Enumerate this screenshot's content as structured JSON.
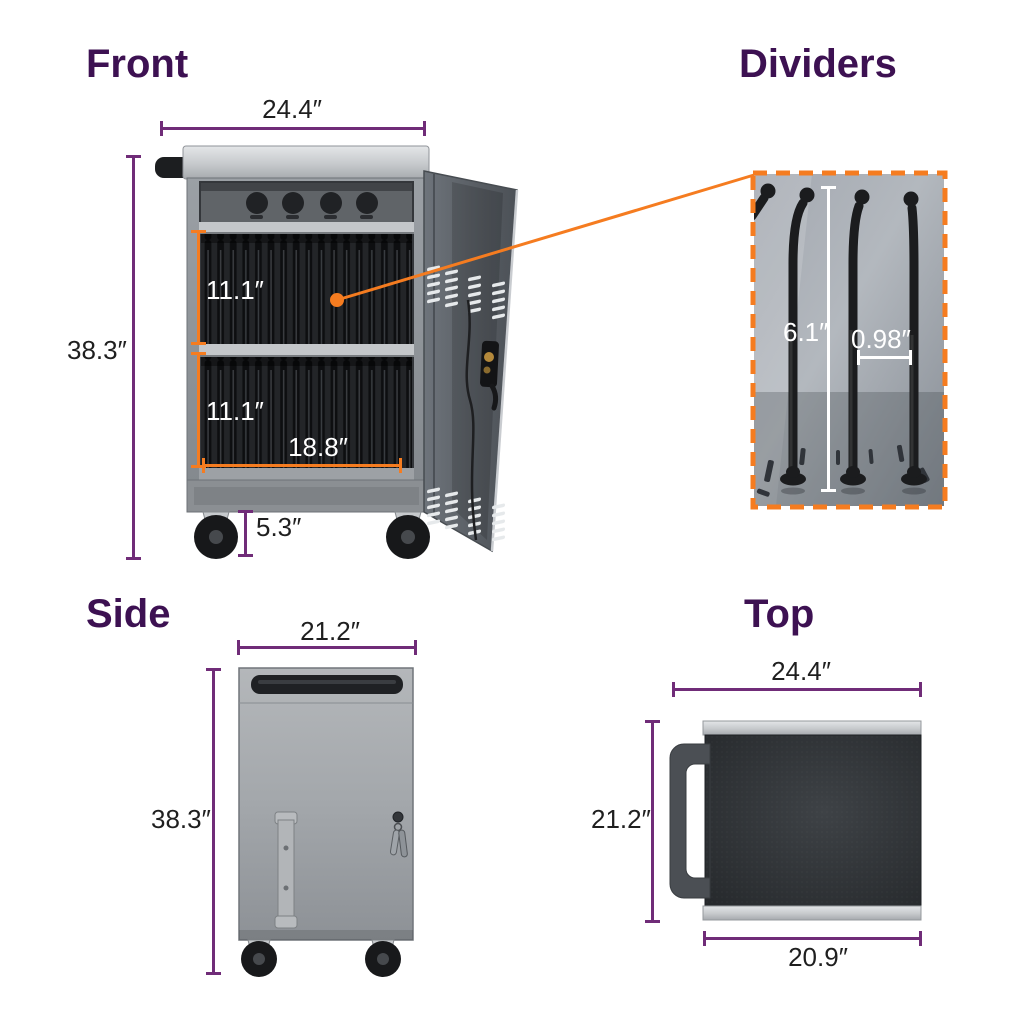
{
  "colors": {
    "title_text": "#3d1152",
    "dim_purple": "#702c78",
    "dim_orange": "#f57c20",
    "dim_white": "#ffffff",
    "meas_text": "#1f1f1f",
    "callout_orange": "#f57c20"
  },
  "sections": {
    "front": {
      "title": "Front",
      "measurements": {
        "top_width": "24.4″",
        "overall_height": "38.3″",
        "upper_shelf_height": "11.1″",
        "lower_shelf_height": "11.1″",
        "interior_width": "18.8″",
        "caster_height": "5.3″"
      }
    },
    "dividers": {
      "title": "Dividers",
      "measurements": {
        "divider_height": "6.1″",
        "slot_spacing": "0.98″"
      }
    },
    "side": {
      "title": "Side",
      "measurements": {
        "top_depth": "21.2″",
        "overall_height": "38.3″"
      }
    },
    "top": {
      "title": "Top",
      "measurements": {
        "outer_width": "24.4″",
        "depth": "21.2″",
        "inner_width": "20.9″"
      }
    }
  }
}
